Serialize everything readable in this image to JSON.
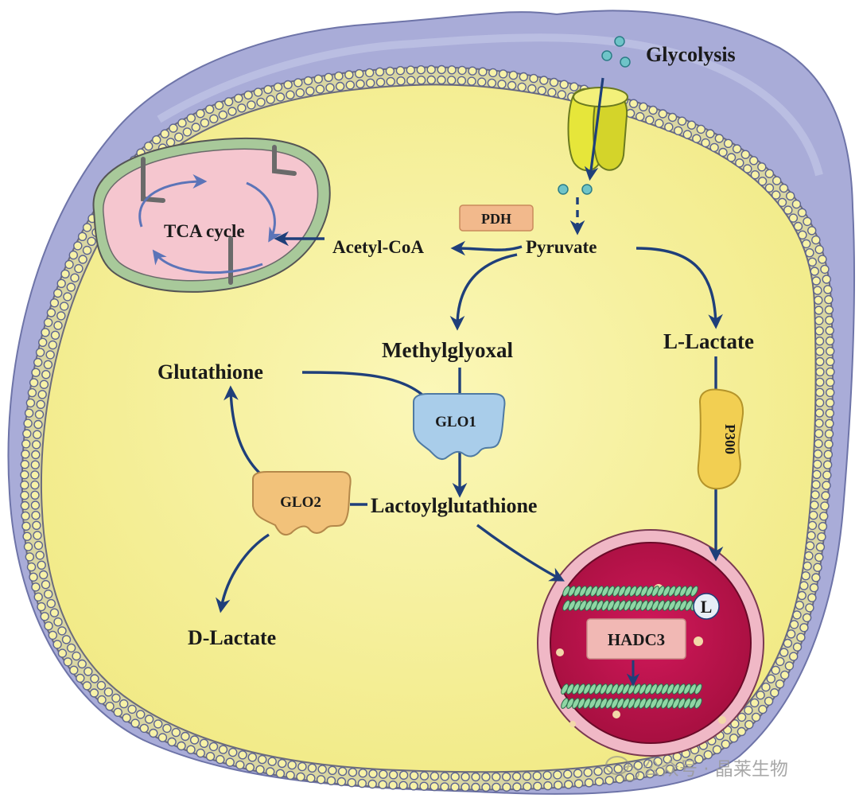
{
  "diagram": {
    "labels": {
      "glycolysis": "Glycolysis",
      "pdh": "PDH",
      "pyruvate": "Pyruvate",
      "acetyl_coa": "Acetyl-CoA",
      "tca_cycle": "TCA cycle",
      "methylglyoxal": "Methylglyoxal",
      "l_lactate": "L-Lactate",
      "glutathione": "Glutathione",
      "glo1": "GLO1",
      "glo2": "GLO2",
      "p300": "P300",
      "lactoylglutathione": "Lactoylglutathione",
      "d_lactate": "D-Lactate",
      "hadc3": "HADC3",
      "lactyl_mark": "L"
    },
    "watermark": {
      "text": "公众号 · 晶莱生物"
    },
    "colors": {
      "cytoplasm": "#f7f29a",
      "membrane": "#8a8fb8",
      "outer_cell": "#a9acd8",
      "arrow": "#1f3f7a",
      "mitochondria": "#f5c6cf",
      "nucleus": "#c0134a",
      "glo1": "#a9cdea",
      "glo2": "#f2c27a",
      "p300": "#f2cf52",
      "transporter": "#e6e63a"
    }
  }
}
